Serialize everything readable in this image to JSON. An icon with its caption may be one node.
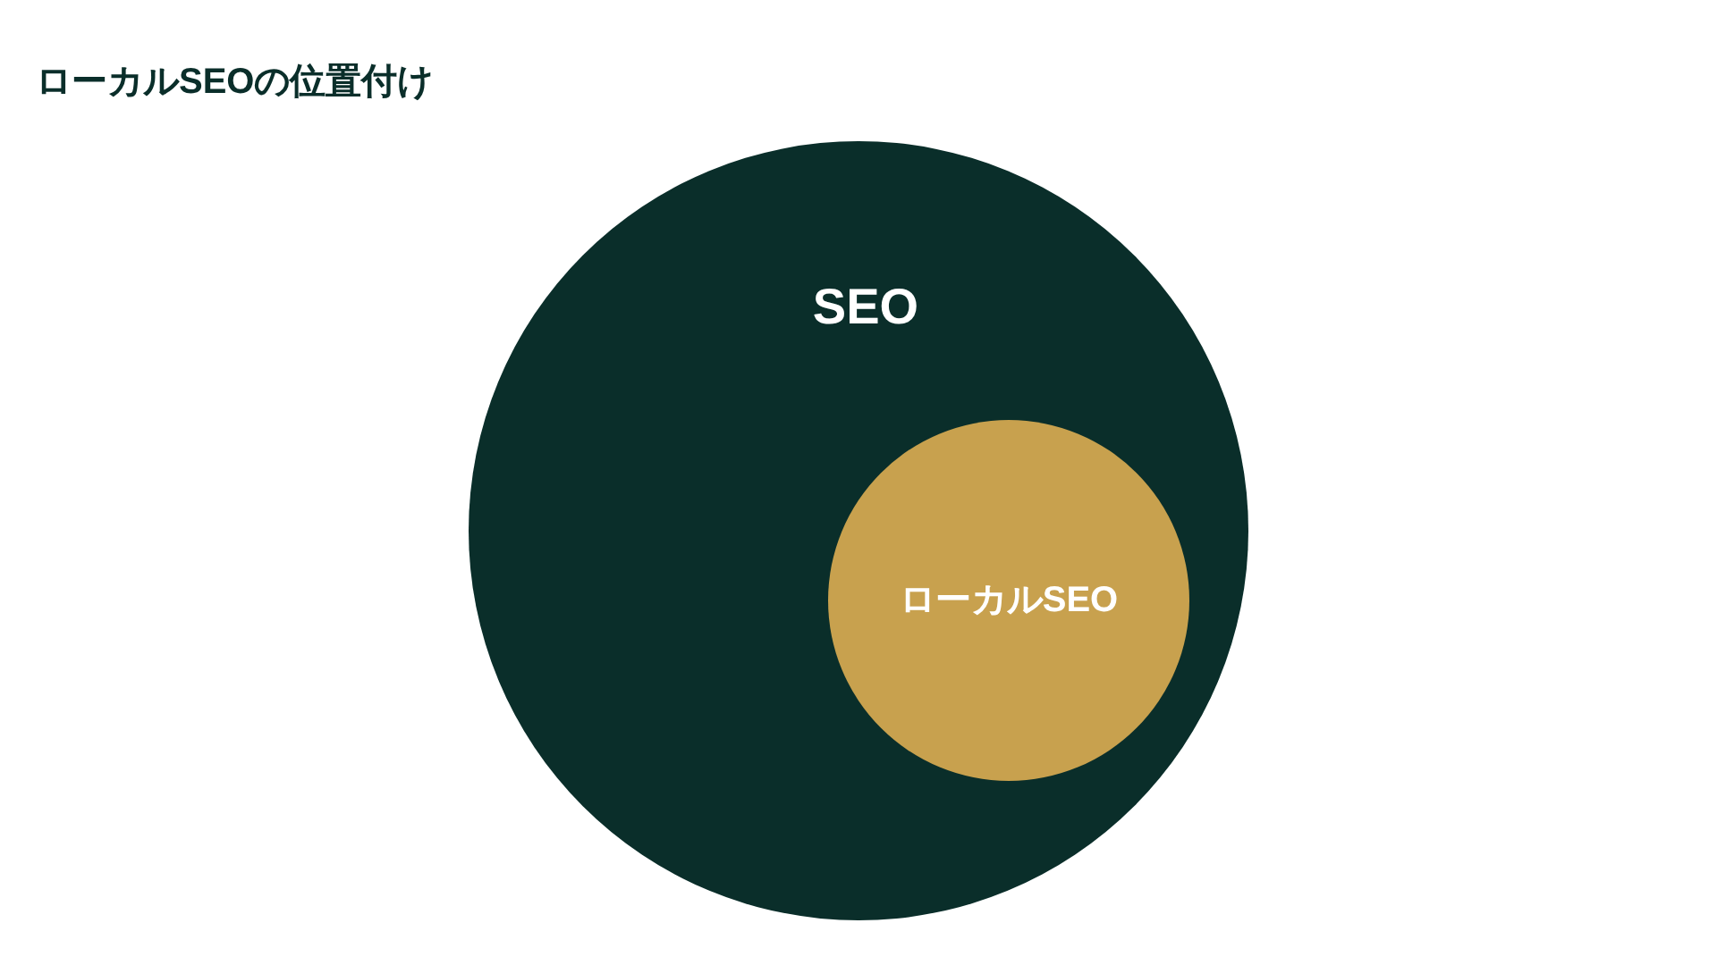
{
  "diagram": {
    "title": "ローカルSEOの位置付け",
    "nodes": [
      {
        "text": [
          "SEO"
        ]
      },
      {
        "text": [
          "ローカルSEO"
        ],
        "in": 0
      }
    ]
  }
}
